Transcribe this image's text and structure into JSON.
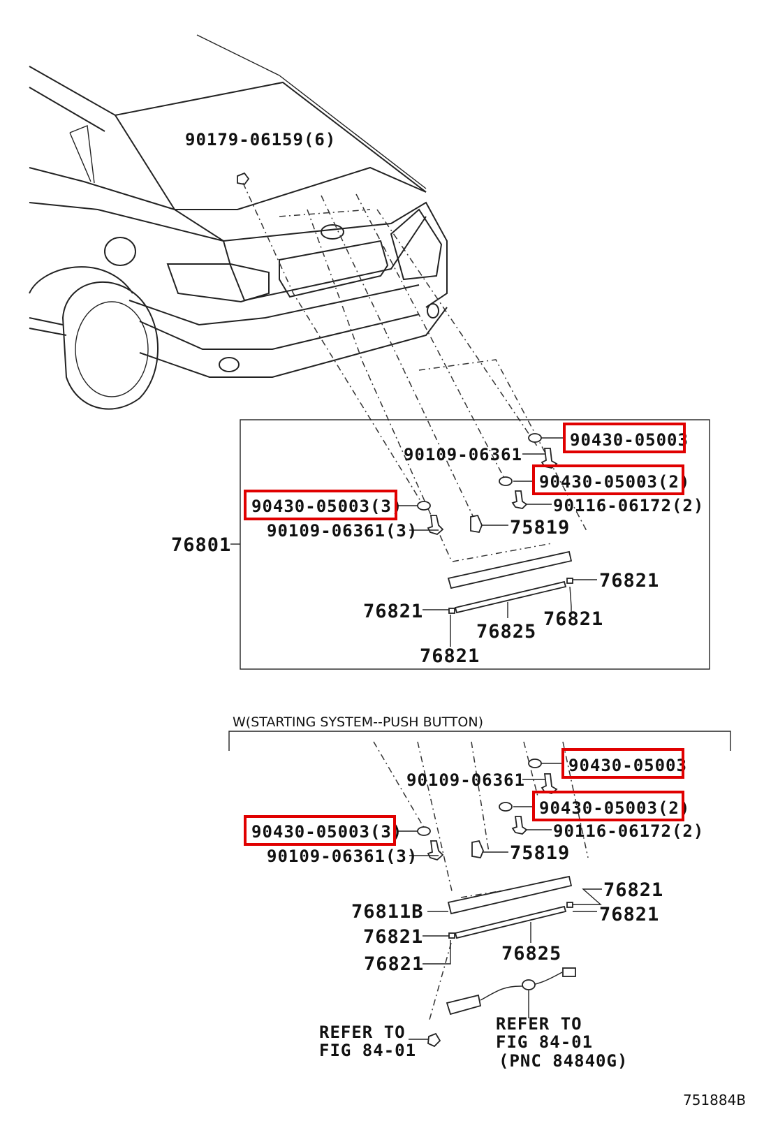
{
  "figure_code": "751884B",
  "upper": {
    "top_bolt": "90179-06159(6)",
    "assembly": "76801",
    "nut_right_a": "90430-05003",
    "bolt_a": "90109-06361",
    "nut_right_b": "90430-05003(2)",
    "bolt_right": "90116-06172(2)",
    "nut_left": "90430-05003(3)",
    "bolt_left": "90109-06361(3)",
    "clip": "75819",
    "clip_right": "76821",
    "clip_left": "76821",
    "seal": "76825",
    "clip_right_low": "76821",
    "clip_bottom": "76821"
  },
  "lower": {
    "condition": "W(STARTING SYSTEM--PUSH BUTTON)",
    "nut_right_a": "90430-05003",
    "bolt_a": "90109-06361",
    "nut_right_b": "90430-05003(2)",
    "bolt_right": "90116-06172(2)",
    "nut_left": "90430-05003(3)",
    "bolt_left": "90109-06361(3)",
    "clip": "75819",
    "garnish": "76811B",
    "clip_tr": "76821",
    "clip_r": "76821",
    "clip_l1": "76821",
    "seal": "76825",
    "clip_l2": "76821",
    "refer_left_1": "REFER TO",
    "refer_left_2": "FIG 84-01",
    "refer_right_1": "REFER TO",
    "refer_right_2": "FIG 84-01",
    "refer_right_3": "(PNC 84840G)"
  }
}
